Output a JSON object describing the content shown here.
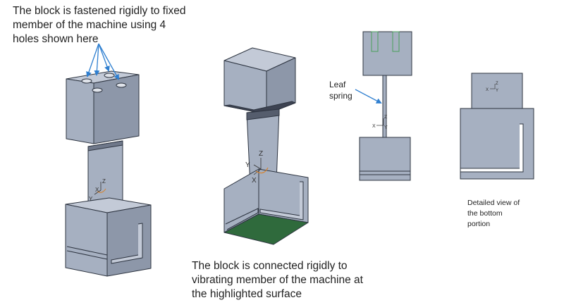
{
  "captions": {
    "top_left": [
      "The block is fastened rigidly to fixed",
      "member of the machine using 4",
      "holes shown here"
    ],
    "bottom_center": [
      "The block is connected rigidly to",
      "vibrating member of the machine at",
      "the highlighted surface"
    ],
    "leaf_spring": [
      "Leaf",
      "spring"
    ],
    "detail": [
      "Detailed view of",
      "the bottom",
      "portion"
    ]
  },
  "axis_labels": {
    "x": "X",
    "y": "Y",
    "z": "Z"
  },
  "colors": {
    "block_face": "#a6b0c1",
    "block_top": "#c3cad7",
    "block_side": "#8d97a9",
    "edge": "#2d3440",
    "highlight_surface": "#2f6a3c",
    "arrow": "#2f7fd0",
    "coord_orange": "#d9822b",
    "coord_green": "#4aa05a"
  }
}
